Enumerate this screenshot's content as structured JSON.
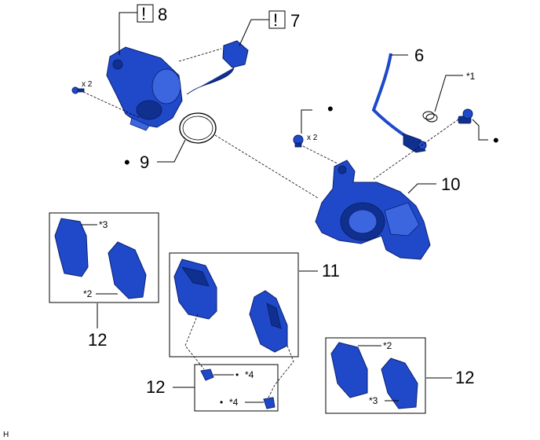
{
  "callouts": {
    "c8": "8",
    "c7": "7",
    "c6": "6",
    "c9": "9",
    "c10": "10",
    "c11": "11",
    "c12_left": "12",
    "c12_bottom": "12",
    "c12_right": "12"
  },
  "caution_mark": "!",
  "bullet": "•",
  "notes": {
    "x2_motor": "x 2",
    "x2_caliper": "x 2",
    "n1": "*1",
    "n2_left": "*2",
    "n3_left": "*3",
    "n4_upper": "*4",
    "n4_lower": "*4",
    "n2_right": "*2",
    "n3_right": "*3"
  },
  "corner_mark": "H",
  "colors": {
    "part": "#1f49c9",
    "part_dark": "#10308f",
    "line": "#000000"
  }
}
